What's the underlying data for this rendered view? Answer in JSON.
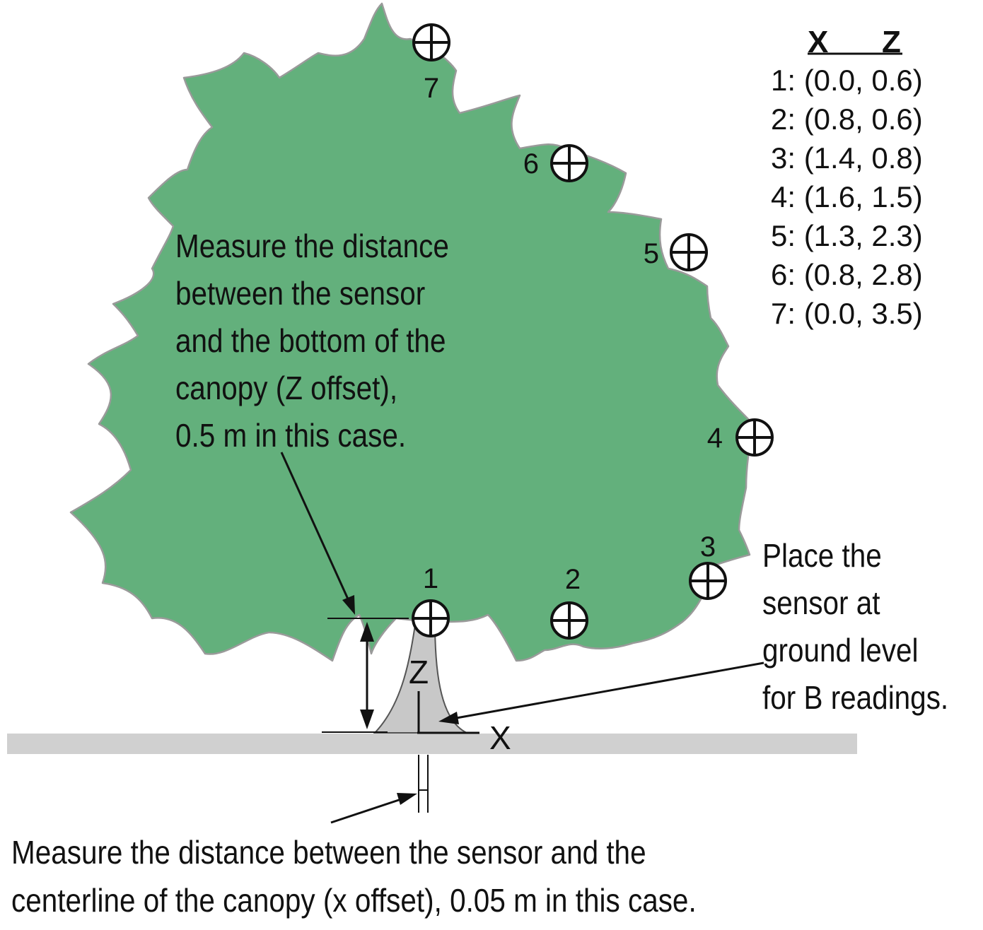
{
  "colors": {
    "canopy": "#63b07c",
    "canopy_edge": "#9a9a9a",
    "trunk": "#c8c8c8",
    "ground": "#d0d0d0",
    "ink": "#111111"
  },
  "table": {
    "header_x": "X",
    "header_z": "Z",
    "rows": [
      "1: (0.0, 0.6)",
      "2: (0.8, 0.6)",
      "3: (1.4, 0.8)",
      "4: (1.6, 1.5)",
      "5: (1.3, 2.3)",
      "6: (0.8, 2.8)",
      "7: (0.0, 3.5)"
    ]
  },
  "sensors": [
    {
      "label": "1",
      "x": 0.0,
      "z": 0.6
    },
    {
      "label": "2",
      "x": 0.8,
      "z": 0.6
    },
    {
      "label": "3",
      "x": 1.4,
      "z": 0.8
    },
    {
      "label": "4",
      "x": 1.6,
      "z": 1.5
    },
    {
      "label": "5",
      "x": 1.3,
      "z": 2.3
    },
    {
      "label": "6",
      "x": 0.8,
      "z": 2.8
    },
    {
      "label": "7",
      "x": 0.0,
      "z": 3.5
    }
  ],
  "notes": {
    "z_offset": [
      "Measure the distance",
      "between the sensor",
      "and the bottom of the",
      "canopy (Z offset),",
      "0.5 m in this case."
    ],
    "ground_level": [
      "Place the",
      "sensor at",
      "ground level",
      "for B readings."
    ],
    "x_offset": [
      "Measure the distance between the sensor and the",
      "centerline of the canopy (x offset), 0.05 m in this case."
    ]
  },
  "axes": {
    "x_label": "X",
    "z_label": "Z"
  }
}
